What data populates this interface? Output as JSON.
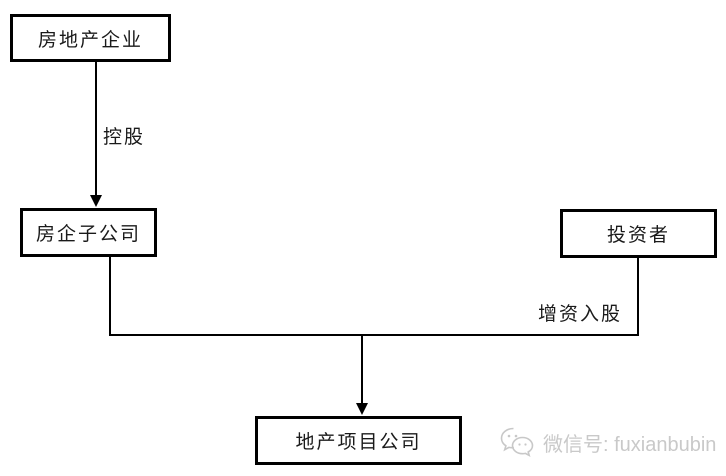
{
  "diagram": {
    "title_semantic": "real-estate-equity-structure-flowchart",
    "colors": {
      "background": "#ffffff",
      "line": "#000000",
      "text": "#1a1a1a",
      "watermark": "#c9c9c9"
    },
    "nodes": {
      "parent": {
        "label": "房地产企业"
      },
      "subsidiary": {
        "label": "房企子公司"
      },
      "investor": {
        "label": "投资者"
      },
      "project": {
        "label": "地产项目公司"
      }
    },
    "edges": {
      "holding": {
        "label": "控股",
        "from": "parent",
        "to": "subsidiary"
      },
      "capital_increase": {
        "label": "增资入股",
        "from": "investor",
        "to": "project"
      },
      "subsidiary_link": {
        "label": "",
        "from": "subsidiary",
        "to": "project"
      }
    }
  },
  "watermark": {
    "icon": "wechat-icon",
    "text": "微信号: fuxianbubin"
  }
}
